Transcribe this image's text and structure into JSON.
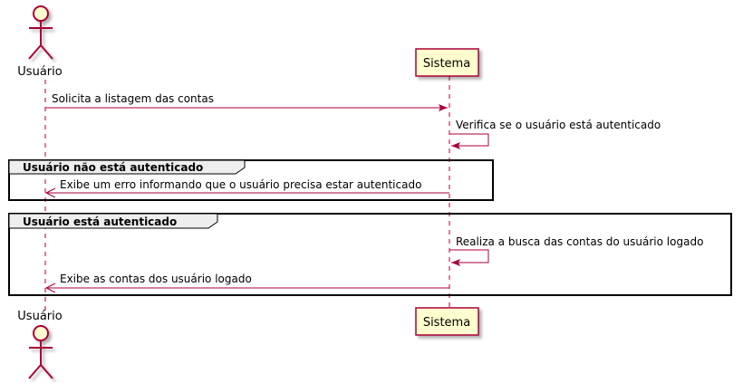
{
  "colors": {
    "lifeline": "#A80036",
    "participant_fill": "#FEFECE",
    "frame_title_fill": "#EEEEEE",
    "frame_stroke": "#000000"
  },
  "actor": {
    "name": "Usuário",
    "icon": "stick-figure-actor-icon"
  },
  "participant": {
    "name": "Sistema"
  },
  "messages": [
    {
      "text": "Solicita a listagem das contas"
    },
    {
      "text": "Verifica se o usuário está autenticado"
    },
    {
      "text": "Exibe um erro informando que o usuário precisa estar autenticado"
    },
    {
      "text": "Realiza a busca das contas do usuário logado"
    },
    {
      "text": "Exibe as contas dos usuário logado"
    }
  ],
  "groups": [
    {
      "title": "Usuário não está autenticado"
    },
    {
      "title": "Usuário está autenticado"
    }
  ]
}
